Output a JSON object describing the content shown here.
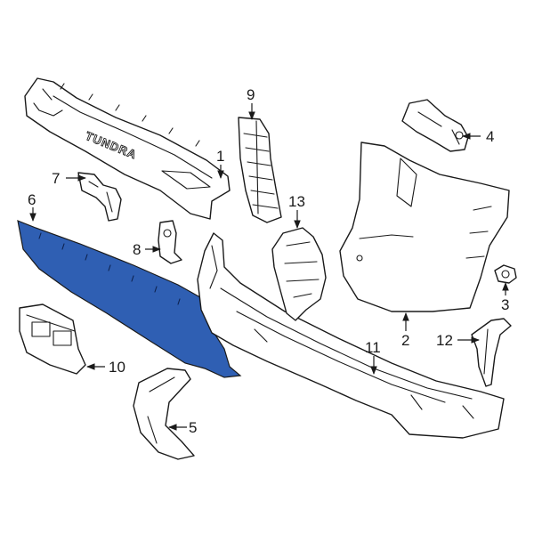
{
  "highlight_color": "#2f5fb3",
  "emboss_text": "TUNDRA",
  "callouts": {
    "c1": "1",
    "c2": "2",
    "c3": "3",
    "c4": "4",
    "c5": "5",
    "c6": "6",
    "c7": "7",
    "c8": "8",
    "c9": "9",
    "c10": "10",
    "c11": "11",
    "c12": "12",
    "c13": "13"
  }
}
